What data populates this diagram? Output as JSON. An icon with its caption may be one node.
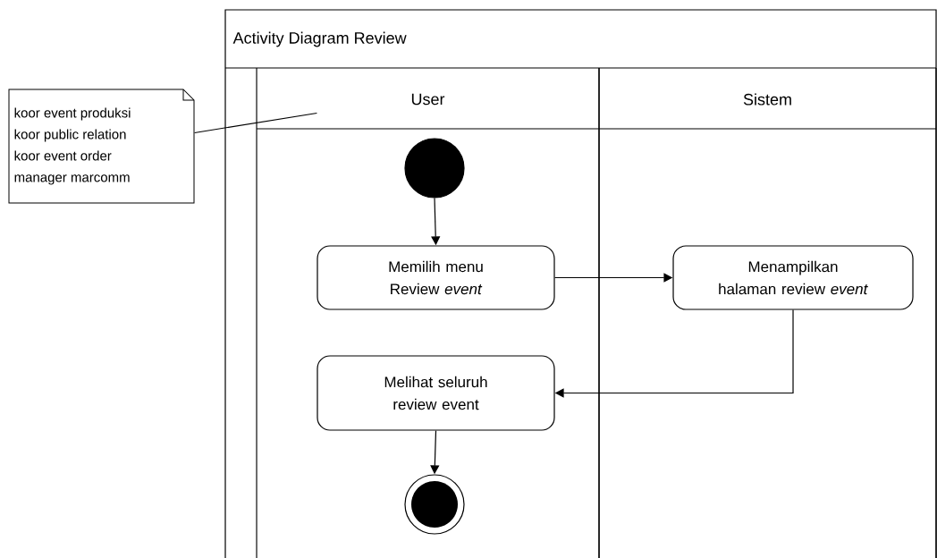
{
  "diagram": {
    "nodes": [
      {
        "text": [
          "Activity Diagram Review"
        ]
      },
      {
        "text": [
          "User"
        ],
        "in": 0
      },
      {
        "text": [
          "Sistem"
        ],
        "in": 0
      },
      {
        "text": [],
        "shape": "circle",
        "in": 1
      },
      {
        "text": [
          "Memilih menu Review *event*"
        ],
        "in": 1
      },
      {
        "text": [
          "Menampilkan halaman review *event*"
        ],
        "in": 2
      },
      {
        "text": [
          "Melihat seluruh review event"
        ],
        "in": 1
      },
      {
        "text": [],
        "shape": "circle",
        "in": 1
      },
      {
        "text": [
          "koor event produksi",
          "koor public relation",
          "koor event order",
          "manager marcomm"
        ]
      }
    ],
    "edges": [
      {
        "from": 3,
        "to": 4,
        "arrow": "to"
      },
      {
        "from": 4,
        "to": 5,
        "arrow": "to"
      },
      {
        "from": 5,
        "to": 6,
        "arrow": "to"
      },
      {
        "from": 6,
        "to": 7,
        "arrow": "to"
      },
      {
        "from": 8,
        "to": 1,
        "arrow": "none"
      }
    ]
  }
}
